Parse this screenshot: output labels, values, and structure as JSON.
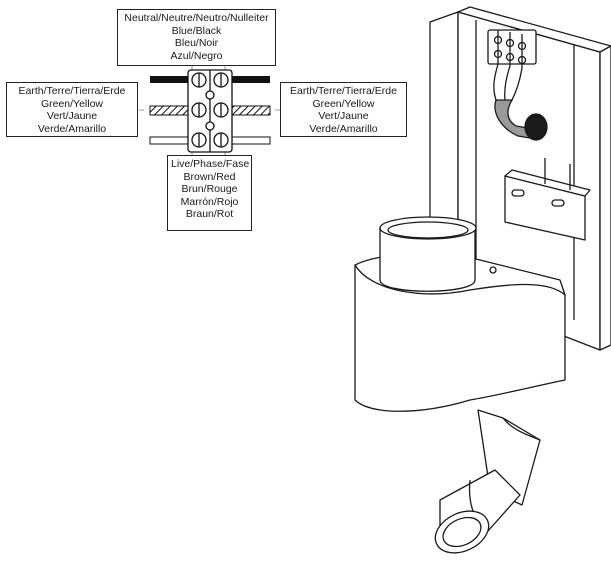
{
  "labels": {
    "neutral": [
      "Neutral/Neutre/Neutro/Nulleiter",
      "Blue/Black",
      "Bleu/Noir",
      "Azul/Negro"
    ],
    "earth_left": [
      "Earth/Terre/Tierra/Erde",
      "Green/Yellow",
      "Vert/Jaune",
      "Verde/Amarillo"
    ],
    "earth_right": [
      "Earth/Terre/Tierra/Erde",
      "Green/Yellow",
      "Vert/Jaune",
      "Verde/Amarillo"
    ],
    "live": [
      "Live/Phase/Fase",
      "Brown/Red",
      "Brun/Rouge",
      "Marrón/Rojo",
      "Braun/Rot"
    ]
  },
  "icons": [
    "terminal-block-icon",
    "wall-lamp-illustration"
  ],
  "colors": {
    "line": "#1a1a1a",
    "fill": "#ffffff",
    "cable": "#9a9a9a"
  }
}
